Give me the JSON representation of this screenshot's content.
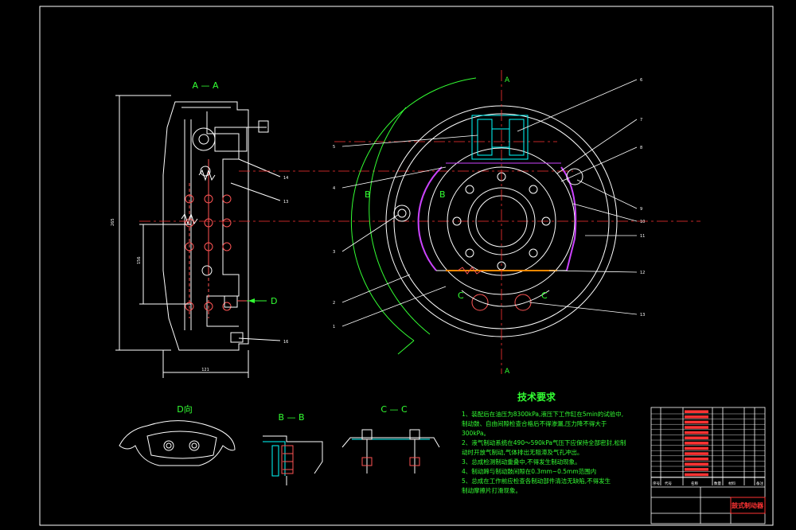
{
  "views": {
    "section_aa": "A — A",
    "view_d": "D向",
    "section_bb": "B — B",
    "section_cc": "C — C"
  },
  "section_markers": {
    "a_top": "A",
    "a_bottom": "A",
    "b_left": "B",
    "b_right": "B",
    "c_left": "C",
    "c_right": "C",
    "d": "D"
  },
  "dimensions": {
    "overall_height": "265",
    "inner_height": "156",
    "bottom_width": "121"
  },
  "side_callouts": [
    "14",
    "13",
    "16"
  ],
  "front_callouts_left": [
    "5",
    "4",
    "3",
    "2",
    "1"
  ],
  "front_callouts_right": [
    "6",
    "7",
    "8",
    "9",
    "10",
    "11",
    "12",
    "13"
  ],
  "tech": {
    "title": "技术要求",
    "items": [
      "1、装配后在油压为8300kPa,液压下工作缸在5min的试验中,",
      "   制动鼓、自由间隙检查合格后不得渗漏,压力降不得大于",
      "   300kPa。",
      "2、液气制动系统在490～590kPa气压下应保持全部密封,松制",
      "   动时开放气制动,气体排出无阻滞及气孔冲出。",
      "3、总成检测制动重叠中,不得发生制动现象。",
      "4、制动蹄与制动鼓间隙在0.3mm~0.5mm范围内",
      "5、总成在工作前应检查各制动部件清洁无缺陷,不得发生",
      "   制动摩擦片打滑现象。"
    ]
  },
  "title_block": {
    "name": "鼓式制动器",
    "cols": [
      "序号",
      "代号",
      "名称",
      "数量",
      "材料",
      "备注"
    ]
  }
}
